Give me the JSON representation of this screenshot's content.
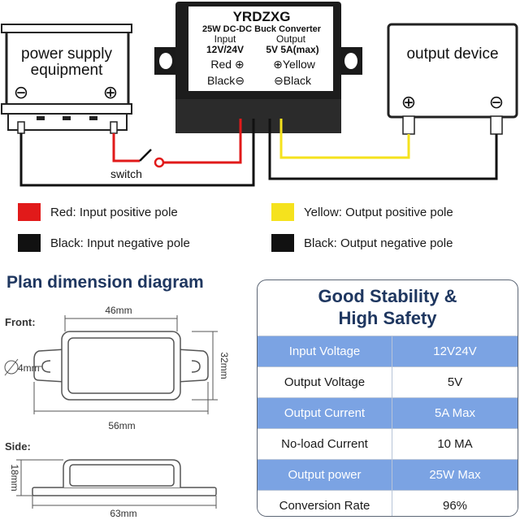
{
  "diagram": {
    "power_supply": {
      "label_line1": "power supply",
      "label_line2": "equipment",
      "neg": "⊖",
      "pos": "⊕"
    },
    "converter": {
      "brand": "YRDZXG",
      "model": "25W DC-DC Buck Converter",
      "input_header": "Input",
      "output_header": "Output",
      "input_voltage": "12V/24V",
      "output_rating": "5V 5A(max)",
      "red_label": "Red ⊕",
      "yellow_label": "⊕Yellow",
      "black_in_label": "Black⊖",
      "black_out_label": "⊖Black"
    },
    "output_device": {
      "label": "output device",
      "pos": "⊕",
      "neg": "⊖"
    },
    "switch_label": "switch"
  },
  "legend": [
    {
      "color": "#e11a1a",
      "text": "Red: Input positive pole"
    },
    {
      "color": "#f5e21d",
      "text": "Yellow: Output positive pole"
    },
    {
      "color": "#111111",
      "text": "Black: Input negative pole"
    },
    {
      "color": "#111111",
      "text": "Black: Output negative pole"
    }
  ],
  "dimensions": {
    "title": "Plan dimension diagram",
    "front_label": "Front:",
    "side_label": "Side:",
    "width_46": "46mm",
    "height_32": "32mm",
    "hole_4": "4mm",
    "width_56": "56mm",
    "side_height_18": "18mm",
    "width_63": "63mm"
  },
  "specs": {
    "title_line1": "Good Stability &",
    "title_line2": "High Safety",
    "rows": [
      {
        "label": "Input Voltage",
        "value": "12V24V"
      },
      {
        "label": "Output Voltage",
        "value": "5V"
      },
      {
        "label": "Output Current",
        "value": "5A Max"
      },
      {
        "label": "No-load Current",
        "value": "10 MA"
      },
      {
        "label": "Output power",
        "value": "25W Max"
      },
      {
        "label": "Conversion Rate",
        "value": "96%"
      }
    ]
  }
}
